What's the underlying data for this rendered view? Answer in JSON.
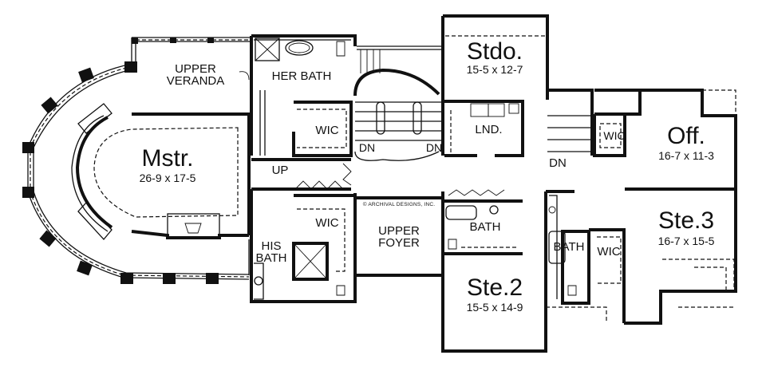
{
  "plan": {
    "copyright": "© ARCHIVAL DESIGNS, INC.",
    "rooms": {
      "upper_veranda": {
        "line1": "UPPER",
        "line2": "VERANDA"
      },
      "her_bath": {
        "name": "HER BATH"
      },
      "her_wic": {
        "name": "WIC"
      },
      "master": {
        "name": "Mstr.",
        "dims": "26-9 x 17-5"
      },
      "up_label": {
        "name": "UP"
      },
      "his_wic": {
        "name": "WIC"
      },
      "his_bath": {
        "line1": "HIS",
        "line2": "BATH"
      },
      "upper_foyer": {
        "line1": "UPPER",
        "line2": "FOYER"
      },
      "stair_dn_left": {
        "name": "DN"
      },
      "stair_dn_right": {
        "name": "DN"
      },
      "studio": {
        "name": "Stdo.",
        "dims": "15-5 x 12-7"
      },
      "laundry": {
        "name": "LND."
      },
      "stair_dn_back": {
        "name": "DN"
      },
      "office_wic": {
        "name": "WIC"
      },
      "office": {
        "name": "Off.",
        "dims": "16-7 x 11-3"
      },
      "ste2_bath": {
        "name": "BATH"
      },
      "ste2": {
        "name": "Ste.2",
        "dims": "15-5 x 14-9"
      },
      "ste3_bath": {
        "name": "BATH"
      },
      "ste3_wic": {
        "name": "WIC"
      },
      "ste3": {
        "name": "Ste.3",
        "dims": "16-7 x 15-5"
      }
    }
  }
}
